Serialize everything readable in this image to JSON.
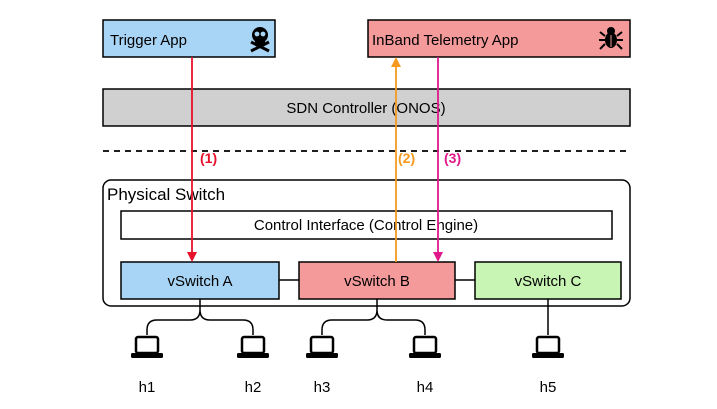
{
  "apps": {
    "trigger": {
      "label": "Trigger App",
      "icon": "skull-crossbones-icon",
      "fill": "#a8d4f5"
    },
    "telemetry": {
      "label": "InBand Telemetry App",
      "icon": "bug-icon",
      "fill": "#f59a9a"
    }
  },
  "controller": {
    "label": "SDN Controller (ONOS)",
    "fill": "#d0d0d0"
  },
  "physical_switch": {
    "title": "Physical Switch",
    "control_interface": "Control Interface (Control Engine)"
  },
  "vswitches": {
    "a": {
      "label": "vSwitch A",
      "fill": "#a8d4f5"
    },
    "b": {
      "label": "vSwitch B",
      "fill": "#f59a9a"
    },
    "c": {
      "label": "vSwitch C",
      "fill": "#c9f5b4"
    }
  },
  "flows": {
    "step1": {
      "label": "(1)",
      "color": "#e8102a"
    },
    "step2": {
      "label": "(2)",
      "color": "#f59a1e"
    },
    "step3": {
      "label": "(3)",
      "color": "#e0188a"
    }
  },
  "hosts": [
    "h1",
    "h2",
    "h3",
    "h4",
    "h5"
  ]
}
